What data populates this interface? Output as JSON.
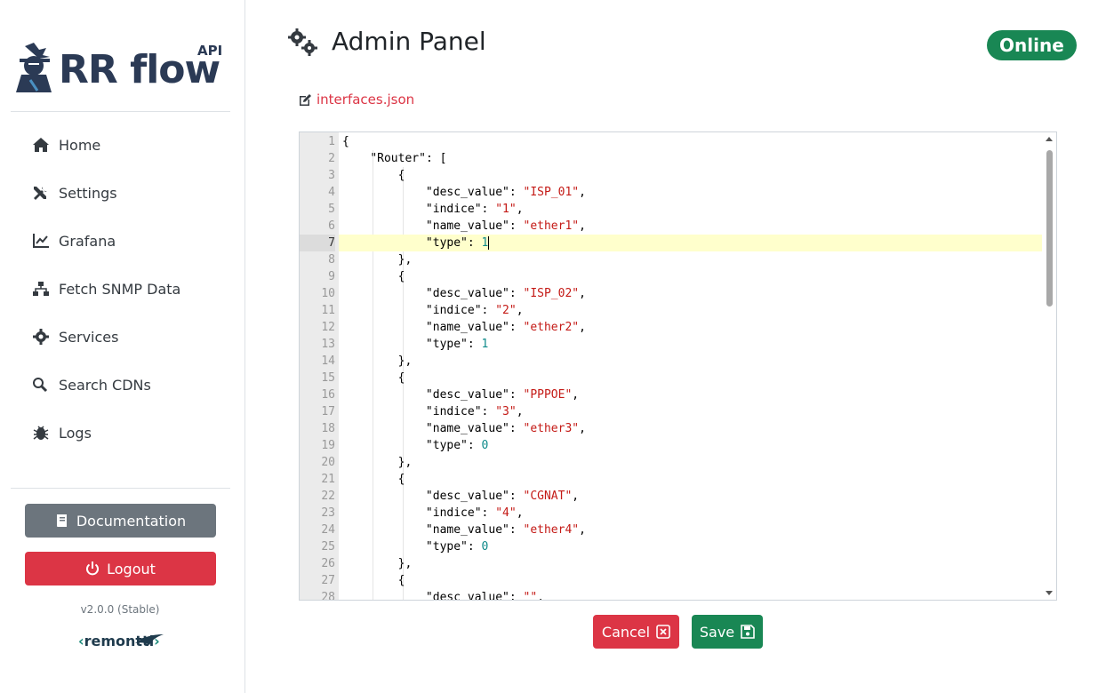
{
  "sidebar": {
    "logo_text": "RR flow",
    "logo_api": "API",
    "items": [
      {
        "label": "Home",
        "icon": "home-icon"
      },
      {
        "label": "Settings",
        "icon": "tools-icon"
      },
      {
        "label": "Grafana",
        "icon": "chart-line-icon"
      },
      {
        "label": "Fetch SNMP Data",
        "icon": "network-icon"
      },
      {
        "label": "Services",
        "icon": "gear-icon"
      },
      {
        "label": "Search CDNs",
        "icon": "search-icon"
      },
      {
        "label": "Logs",
        "icon": "bug-icon"
      }
    ],
    "doc_label": "Documentation",
    "logout_label": "Logout",
    "version": "v2.0.0 (Stable)",
    "brand": "remontti"
  },
  "header": {
    "title": "Admin Panel",
    "status": "Online"
  },
  "file": {
    "name": "interfaces.json"
  },
  "editor": {
    "active_line": 7,
    "lines": [
      "{",
      "    \"Router\": [",
      "        {",
      "            \"desc_value\": \"ISP_01\",",
      "            \"indice\": \"1\",",
      "            \"name_value\": \"ether1\",",
      "            \"type\": 1",
      "        },",
      "        {",
      "            \"desc_value\": \"ISP_02\",",
      "            \"indice\": \"2\",",
      "            \"name_value\": \"ether2\",",
      "            \"type\": 1",
      "        },",
      "        {",
      "            \"desc_value\": \"PPPOE\",",
      "            \"indice\": \"3\",",
      "            \"name_value\": \"ether3\",",
      "            \"type\": 0",
      "        },",
      "        {",
      "            \"desc_value\": \"CGNAT\",",
      "            \"indice\": \"4\",",
      "            \"name_value\": \"ether4\",",
      "            \"type\": 0",
      "        },",
      "        {",
      "            \"desc_value\": \"\","
    ]
  },
  "actions": {
    "cancel_label": "Cancel",
    "save_label": "Save"
  },
  "colors": {
    "danger": "#dc3545",
    "success": "#198754",
    "secondary": "#6c757d"
  }
}
